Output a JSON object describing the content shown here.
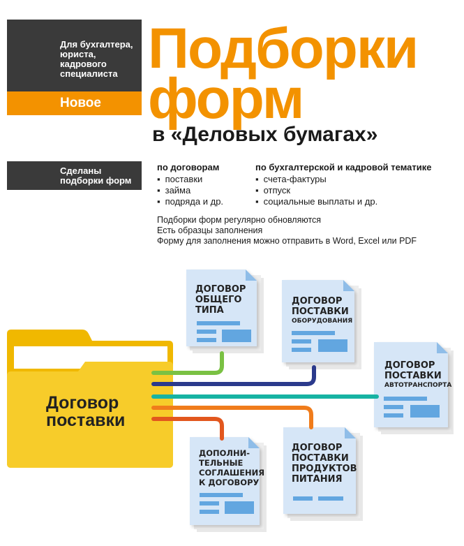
{
  "header": {
    "audience": "Для бухгалтера, юриста, кадрового специалиста",
    "badge": "Новое",
    "title_line1": "Подборки",
    "title_line2": "форм",
    "title_line3": "в «Деловых бумагах»"
  },
  "made": {
    "label": "Сделаны подборки форм",
    "col1_heading": "по договорам",
    "col1_items": [
      "поставки",
      "займа",
      "подряда и др."
    ],
    "col2_heading": "по бухгалтерской и кадровой тематике",
    "col2_items": [
      "счета-фактуры",
      "отпуск",
      "социальные выплаты и др."
    ]
  },
  "notes": [
    "Подборки форм регулярно обновляются",
    "Есть образцы заполнения",
    "Форму для заполнения можно отправить в Word, Excel или PDF"
  ],
  "diagram": {
    "folder_label": "Договор поставки",
    "docs": {
      "general": [
        "ДОГОВОР",
        "ОБЩЕГО",
        "ТИПА"
      ],
      "equipment": [
        "ДОГОВОР",
        "ПОСТАВКИ",
        "ОБОРУДОВАНИЯ"
      ],
      "vehicles": [
        "ДОГОВОР",
        "ПОСТАВКИ",
        "АВТОТРАНСПОРТА"
      ],
      "addenda": [
        "ДОПОЛНИ-",
        "ТЕЛЬНЫЕ",
        "СОГЛАШЕНИЯ",
        "К ДОГОВОРУ"
      ],
      "food": [
        "ДОГОВОР",
        "ПОСТАВКИ",
        "ПРОДУКТОВ",
        "ПИТАНИЯ"
      ]
    },
    "colors": {
      "green": "#7ac143",
      "navy": "#2b3a8c",
      "teal": "#17b3a3",
      "orange": "#f07c1b",
      "red_orange": "#e2571e",
      "doc_paper": "#d6e6f7",
      "doc_bar": "#62a6e0",
      "folder": "#f5c518"
    }
  }
}
